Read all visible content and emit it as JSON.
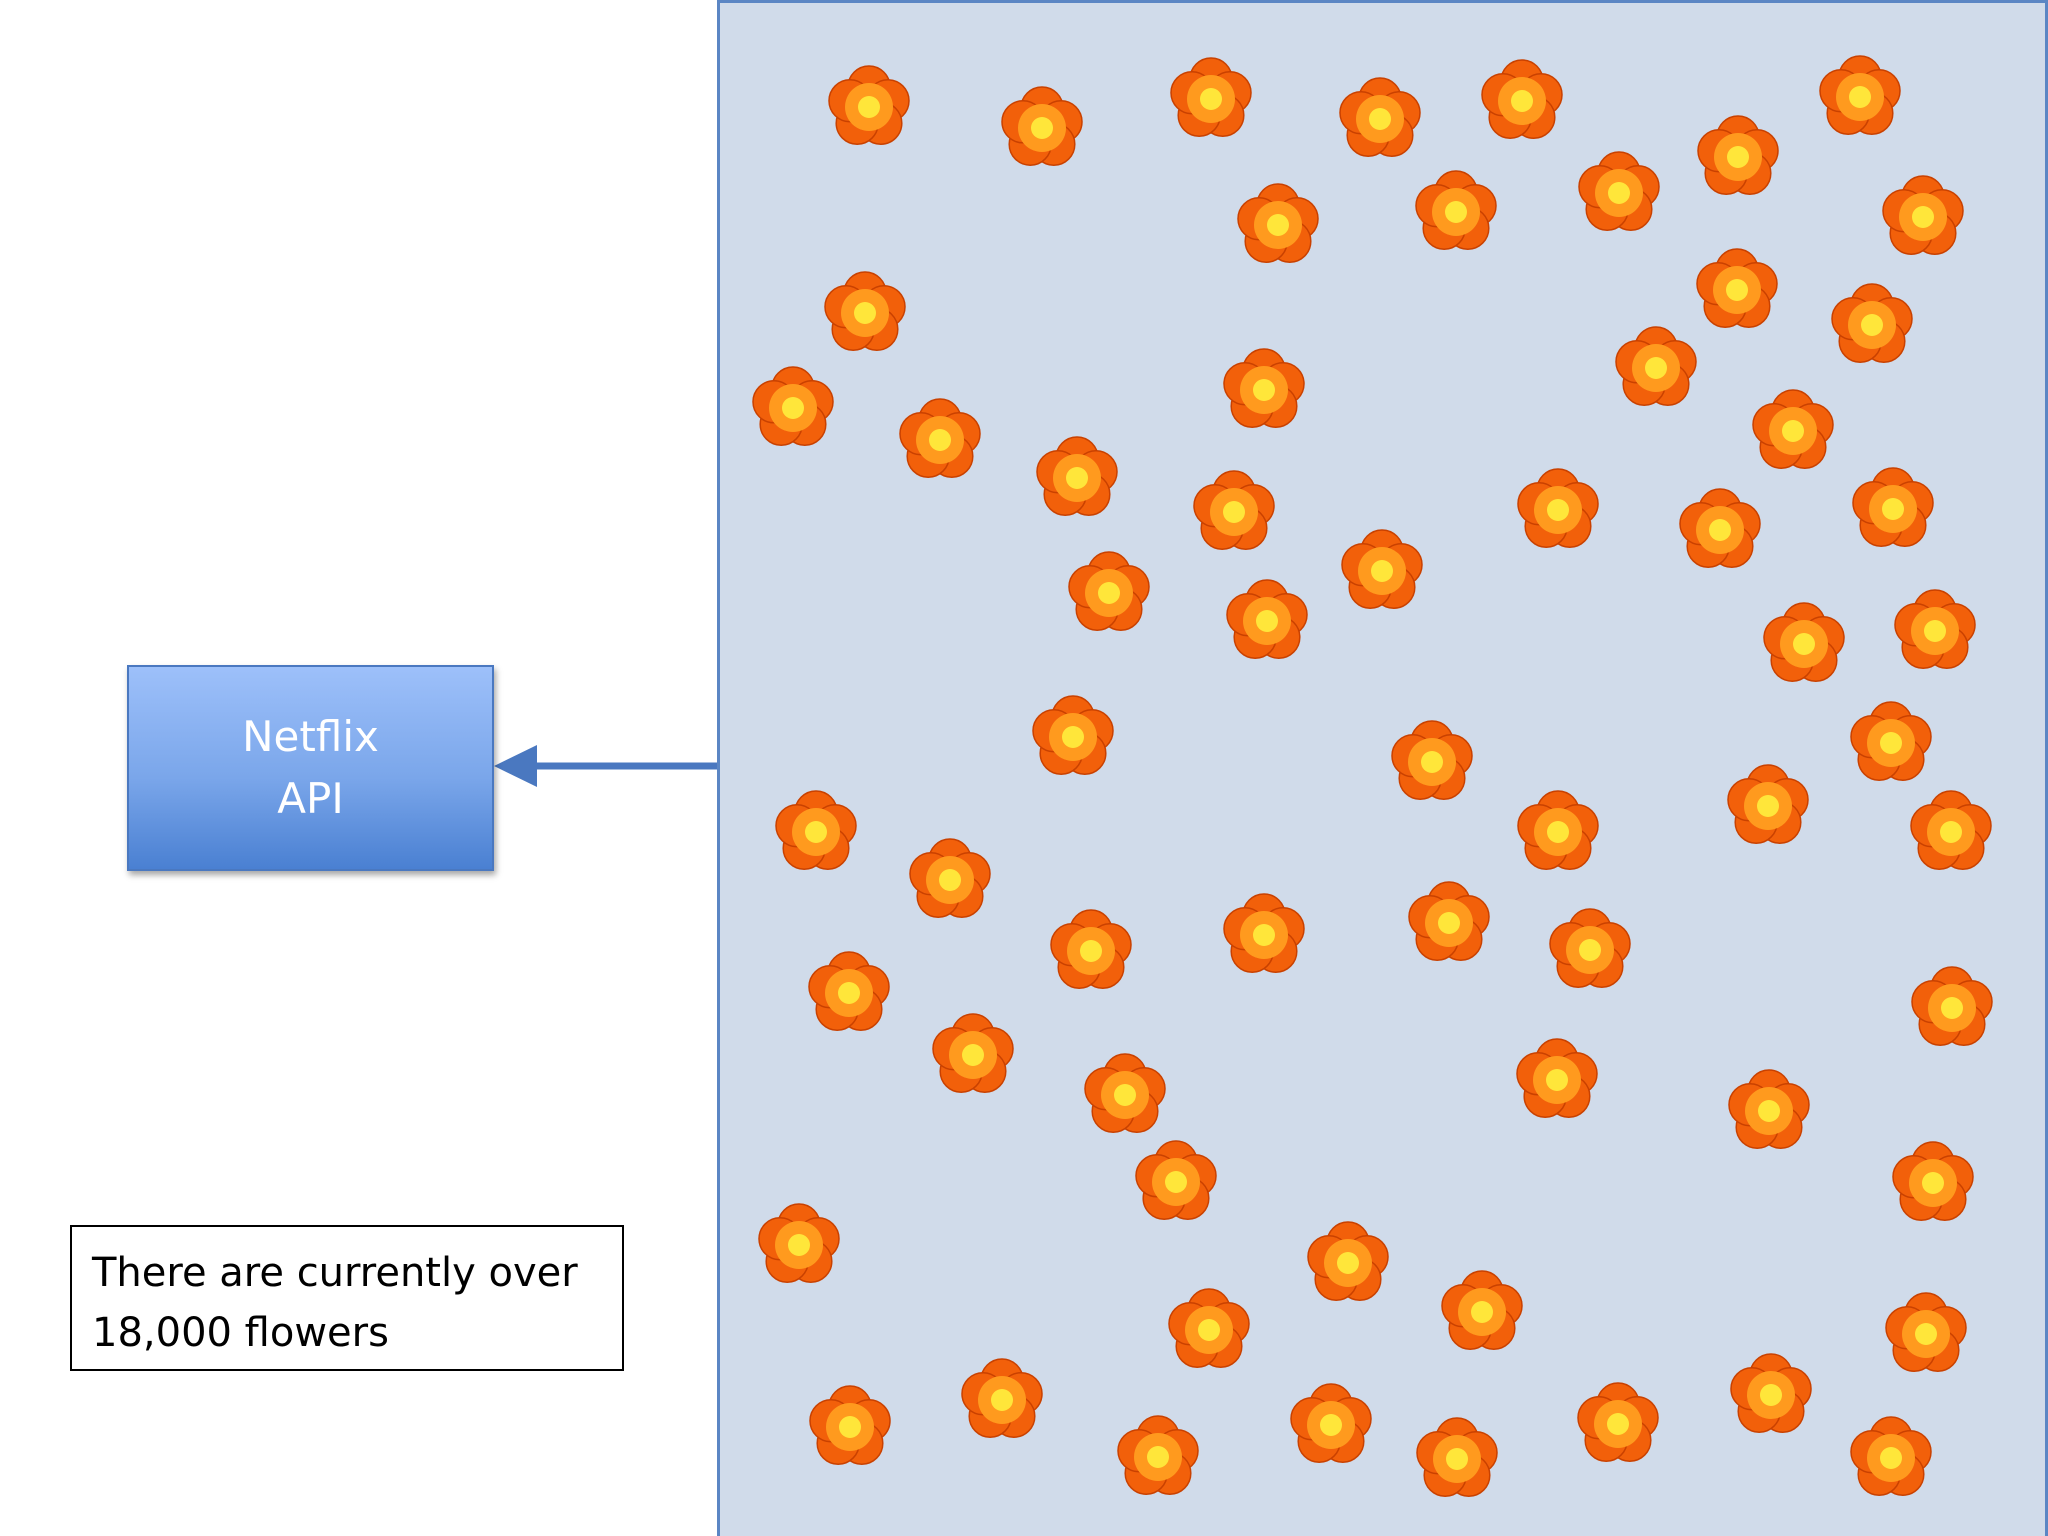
{
  "api_box": {
    "label": "Netflix\nAPI",
    "fill_top": "#9dc0fa",
    "fill_bottom": "#4a80d2",
    "border": "#4a78c0"
  },
  "note": {
    "text": "There are currently over\n18,000 flowers"
  },
  "field": {
    "fill": "#d0dbea",
    "border": "#5b86c4",
    "flower_icon": "flower-icon",
    "flower_petal_color": "#f2600a",
    "flower_center_color": "#ffe63a"
  },
  "arrow": {
    "color": "#4a78c0",
    "direction": "left"
  }
}
